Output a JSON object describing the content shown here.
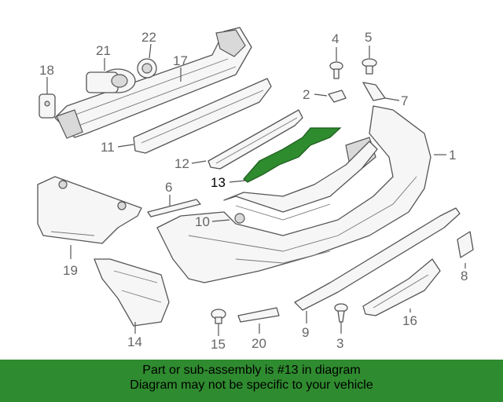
{
  "diagram": {
    "highlight_callout": "13",
    "callouts": {
      "c1": "1",
      "c2": "2",
      "c3": "3",
      "c4": "4",
      "c5": "5",
      "c6": "6",
      "c7": "7",
      "c8": "8",
      "c9": "9",
      "c10": "10",
      "c11": "11",
      "c12": "12",
      "c13": "13",
      "c14": "14",
      "c15": "15",
      "c16": "16",
      "c17": "17",
      "c18": "18",
      "c19": "19",
      "c20": "20",
      "c21": "21",
      "c22": "22"
    },
    "colors": {
      "highlight": "#2e8b2e",
      "banner": "#2f8b2f"
    }
  },
  "footer": {
    "line1": "Part or sub-assembly is #13 in diagram",
    "line2": "Diagram may not be specific to your vehicle"
  }
}
